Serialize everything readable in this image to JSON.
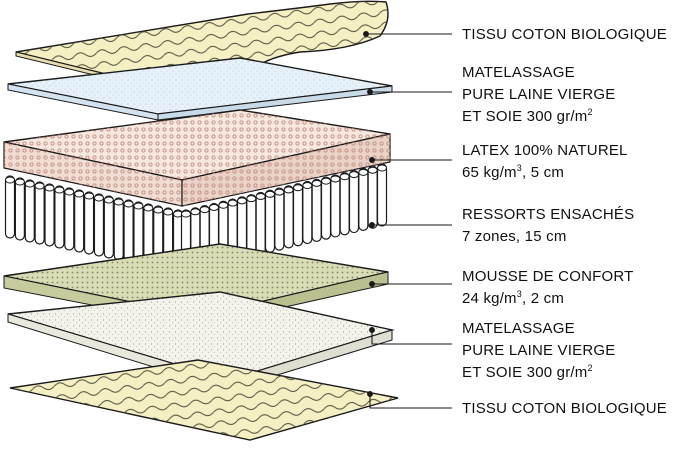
{
  "layers": [
    {
      "id": "top-fabric",
      "lines": [
        "TISSU COTON BIOLOGIQUE"
      ]
    },
    {
      "id": "top-padding",
      "lines": [
        "MATELASSAGE",
        "PURE LAINE VIERGE",
        "ET SOIE 300 gr/m"
      ],
      "sup": "2"
    },
    {
      "id": "latex",
      "lines": [
        "LATEX 100% NATUREL",
        "65 kg/m"
      ],
      "sup": "3",
      "after": ", 5 cm"
    },
    {
      "id": "springs",
      "lines": [
        "RESSORTS ENSACHÉS",
        "7 zones, 15 cm"
      ]
    },
    {
      "id": "foam",
      "lines": [
        "MOUSSE DE CONFORT",
        "24 kg/m"
      ],
      "sup": "3",
      "after": ", 2 cm"
    },
    {
      "id": "bottom-padding",
      "lines": [
        "MATELASSAGE",
        "PURE LAINE VIERGE",
        "ET SOIE 300 gr/m"
      ],
      "sup": "2"
    },
    {
      "id": "bottom-fabric",
      "lines": [
        "TISSU COTON BIOLOGIQUE"
      ]
    }
  ],
  "colors": {
    "fabric": "#f5efc4",
    "padding_top": "#e6f1fa",
    "latex": "#f6e7df",
    "latex_dot": "#d9a9a0",
    "foam": "#d9dcb4",
    "padding_bottom": "#f3f3ec",
    "outline": "#1a1a1a"
  }
}
